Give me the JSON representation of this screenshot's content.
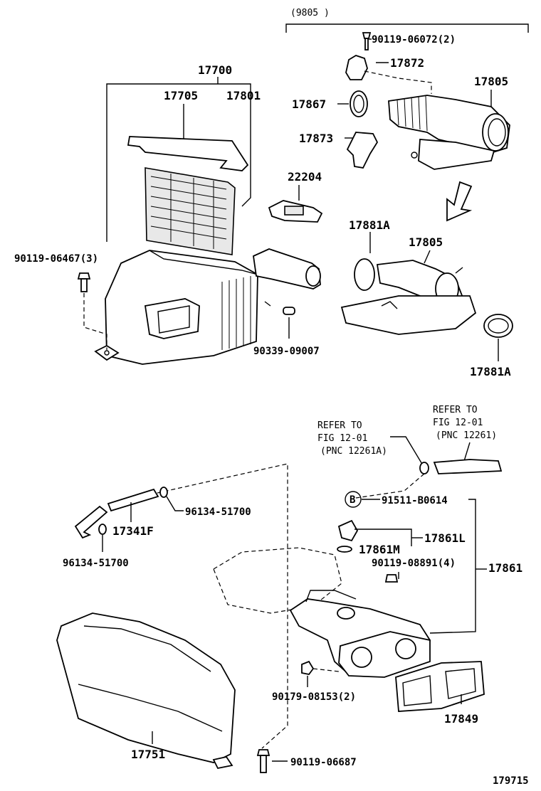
{
  "date_range": "(9805      )",
  "parts": {
    "p_17700": "17700",
    "p_17705": "17705",
    "p_17801": "17801",
    "p_22204": "22204",
    "p_90119_06467": "90119-06467(3)",
    "p_90339_09007": "90339-09007",
    "p_90119_06072": "90119-06072(2)",
    "p_17872": "17872",
    "p_17805_a": "17805",
    "p_17867": "17867",
    "p_17873": "17873",
    "p_17881A_a": "17881A",
    "p_17805_b": "17805",
    "p_17881A_b": "17881A",
    "p_96134_51700_a": "96134-51700",
    "p_17341F": "17341F",
    "p_96134_51700_b": "96134-51700",
    "p_91511_B0614": "91511-B0614",
    "p_17861L": "17861L",
    "p_17861M": "17861M",
    "p_90119_08891": "90119-08891(4)",
    "p_17861": "17861",
    "p_90179_08153": "90179-08153(2)",
    "p_17849": "17849",
    "p_17751": "17751",
    "p_90119_06687": "90119-06687"
  },
  "callout_b": "B",
  "refs": {
    "ref_a_line1": "REFER TO",
    "ref_a_line2": "FIG 12-01",
    "ref_a_line3": "(PNC 12261A)",
    "ref_b_line1": "REFER TO",
    "ref_b_line2": "FIG 12-01",
    "ref_b_line3": "(PNC 12261)"
  },
  "figure_id": "179715"
}
